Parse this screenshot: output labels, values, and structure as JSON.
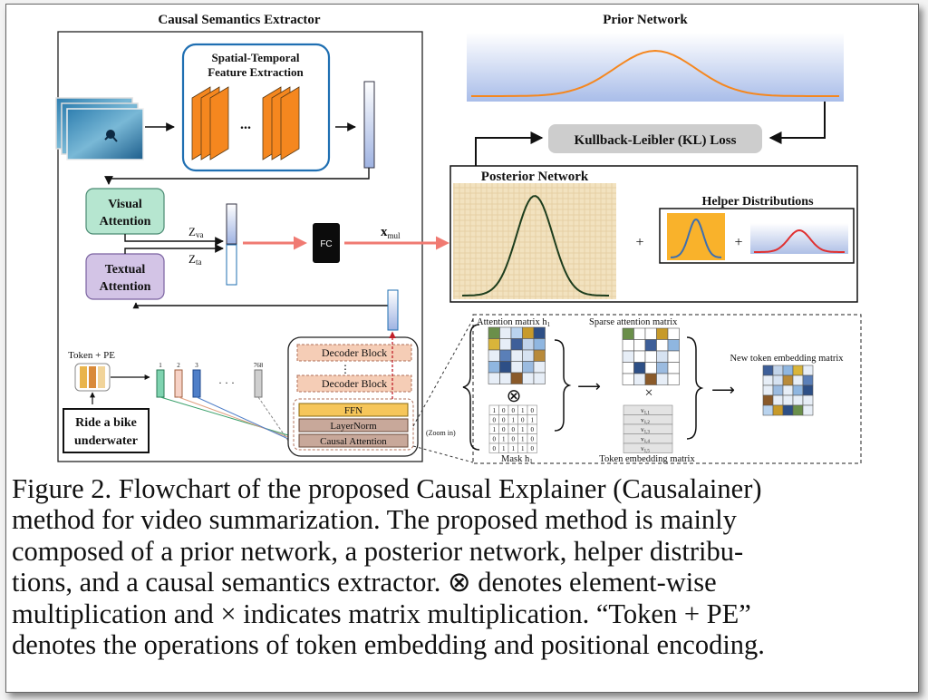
{
  "headers": {
    "causal_semantics_extractor": "Causal Semantics Extractor",
    "prior_network": "Prior Network",
    "posterior_network": "Posterior Network",
    "helper_distributions": "Helper Distributions",
    "kl_loss": "Kullback-Leibler (KL) Loss",
    "feature_extraction_line1": "Spatial-Temporal",
    "feature_extraction_line2": "Feature Extraction"
  },
  "blocks": {
    "visual_attention_line1": "Visual",
    "visual_attention_line2": "Attention",
    "textual_attention_line1": "Textual",
    "textual_attention_line2": "Attention",
    "fc": "FC",
    "z_va": "Z",
    "z_va_sub": "va",
    "z_ta": "Z",
    "z_ta_sub": "ta",
    "x_mul": "x",
    "x_mul_sub": "mul",
    "plus": "+",
    "ellipsis": "...",
    "dots": "· · ·",
    "colon_dots": "⋮"
  },
  "decoder": {
    "token_pe": "Token + PE",
    "prompt_line1": "Ride a bike",
    "prompt_line2": "underwater",
    "token_indices": [
      "1",
      "2",
      "3",
      "768"
    ],
    "decoder_block_1": "Decoder Block",
    "decoder_block_2": "Decoder Block",
    "ffn": "FFN",
    "layernorm": "LayerNorm",
    "causal_attention": "Causal Attention",
    "zoom_in": "(Zoom in)"
  },
  "zoom": {
    "attention_matrix": "Attention matrix h",
    "attention_matrix_sub": "1",
    "sparse_attention_matrix": "Sparse attention matrix",
    "new_token_embedding": "New token embedding matrix",
    "mask": "Mask h",
    "mask_sub": "1",
    "token_embedding_matrix": "Token embedding matrix",
    "otimes": "⊗",
    "times": "×",
    "arrow": "⟶",
    "mask_rows": [
      [
        "1",
        "0",
        "0",
        "1",
        "0"
      ],
      [
        "0",
        "0",
        "1",
        "0",
        "1"
      ],
      [
        "1",
        "0",
        "0",
        "1",
        "0"
      ],
      [
        "0",
        "1",
        "0",
        "1",
        "0"
      ],
      [
        "0",
        "1",
        "1",
        "1",
        "0"
      ]
    ],
    "v_labels": [
      "v",
      "v",
      "v",
      "v",
      "v"
    ],
    "v_subs": [
      "1,1",
      "1,2",
      "1,3",
      "1,4",
      "1,5"
    ]
  },
  "caption": {
    "lines": [
      "Figure 2. Flowchart of the proposed Causal Explainer (Causalainer)",
      "method for video summarization. The proposed method is mainly",
      "composed of a prior network, a posterior network, helper distribu-",
      "tions, and a causal semantics extractor. ⊗ denotes element-wise",
      "multiplication and × indicates matrix multiplication. “Token + PE”",
      "denotes the operations of token embedding and positional encoding."
    ]
  },
  "colors": {
    "orange": "#f5871f",
    "visual_attention": "#b6e6d0",
    "textual_attention": "#d3c4e6",
    "blue_gradient": "#b6c7ec",
    "red_arrow": "#f07a72",
    "kl_box": "#cdcdcd",
    "ffn": "#f6c65a",
    "brown_box": "#c8a89a",
    "decoder_block": "#f5cdb6"
  }
}
